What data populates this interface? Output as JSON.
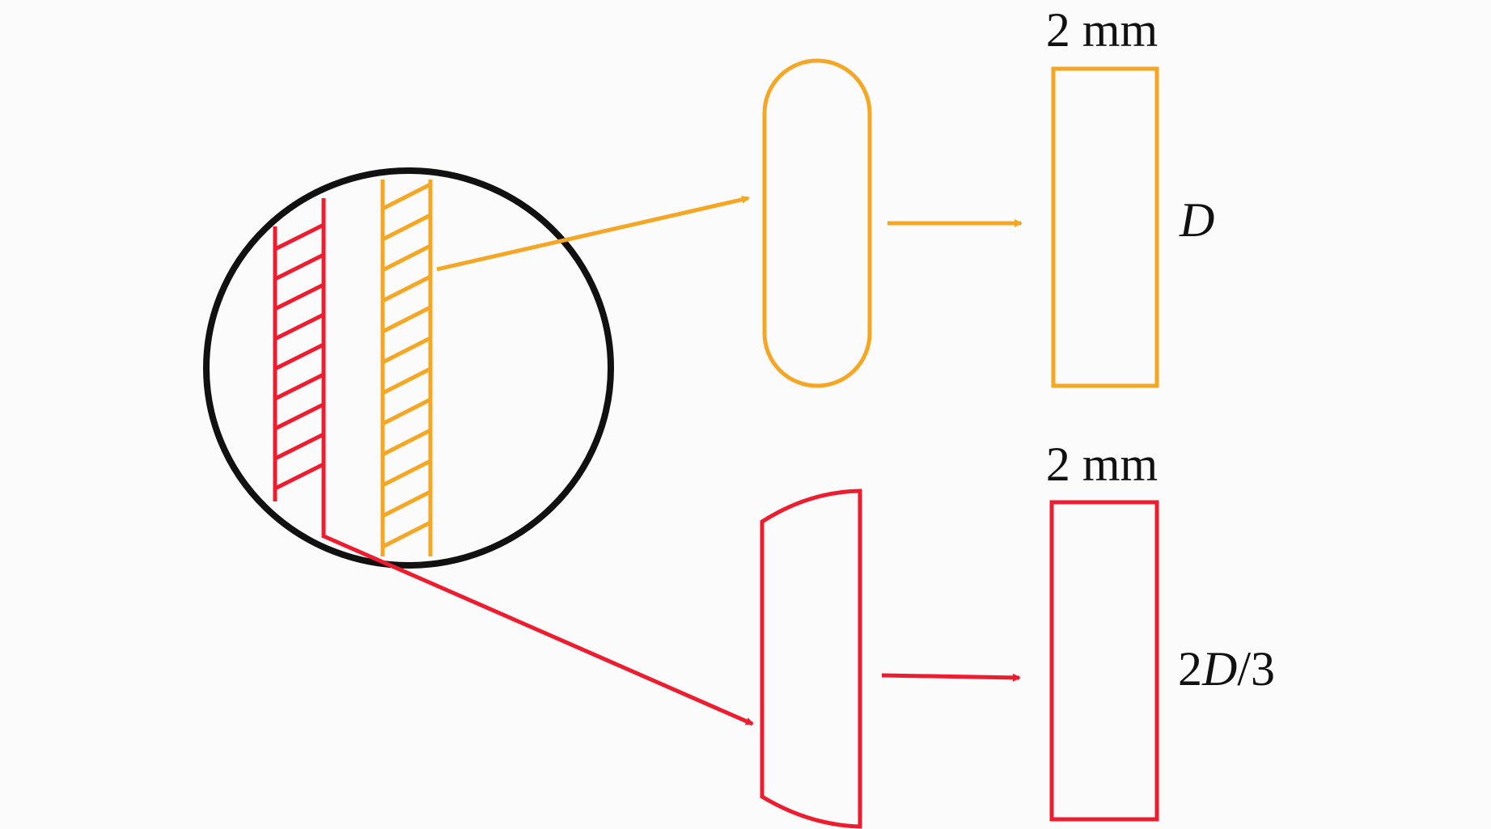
{
  "colors": {
    "background": "#fbfbfb",
    "circle": "#111111",
    "orange": "#f5a623",
    "red": "#ee1c2f",
    "text": "#111111"
  },
  "labels": {
    "top_width": "2 mm",
    "top_height": "D",
    "bottom_width": "2 mm",
    "bottom_height_prefix": "2",
    "bottom_height_var": "D",
    "bottom_height_suffix": "/3"
  }
}
